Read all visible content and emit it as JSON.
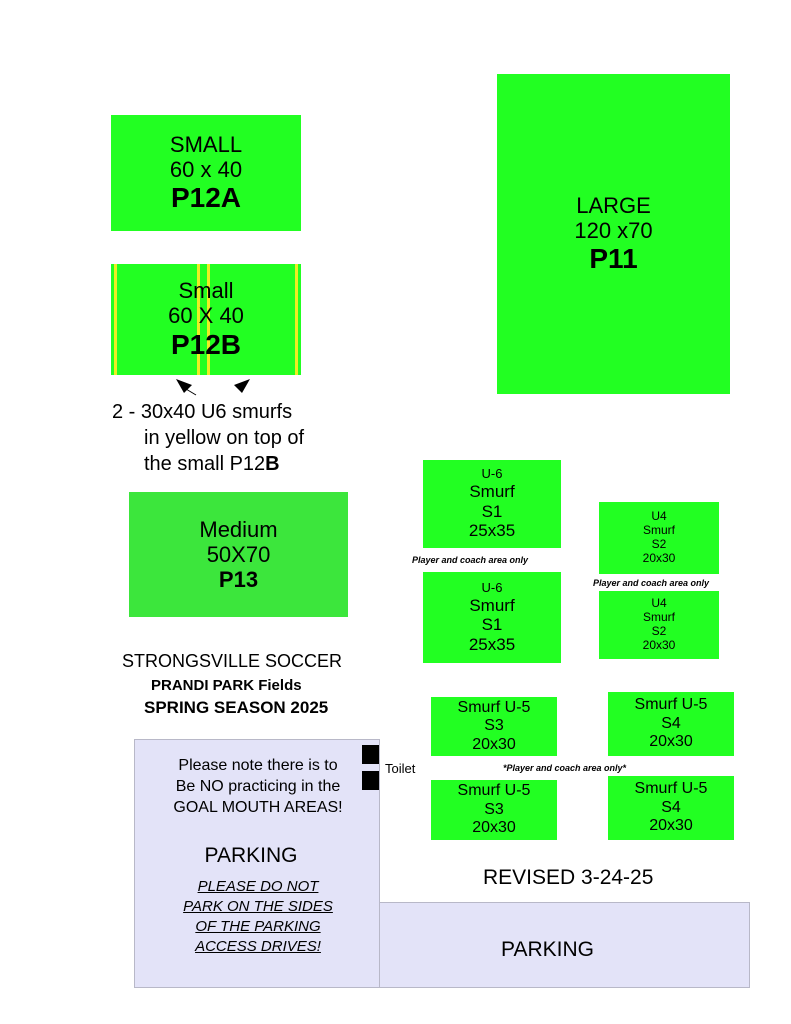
{
  "colors": {
    "field": "#22ff22",
    "medium_field": "#3ce63c",
    "smurf_lines": "#eeee22",
    "parking": "#e3e3f8"
  },
  "fields": {
    "p12a": {
      "size_label": "SMALL",
      "dims": "60 x 40",
      "id": "P12A"
    },
    "p12b": {
      "size_label": "Small",
      "dims": "60 X 40",
      "id": "P12B"
    },
    "p11": {
      "size_label": "LARGE",
      "dims": "120 x70",
      "id": "P11"
    },
    "p13": {
      "size_label": "Medium",
      "dims": "50X70",
      "id": "P13"
    },
    "s1_top": {
      "age": "U-6",
      "name": "Smurf",
      "id": "S1",
      "dims": "25x35"
    },
    "s1_bottom": {
      "age": "U-6",
      "name": "Smurf",
      "id": "S1",
      "dims": "25x35"
    },
    "s2_top": {
      "age": "U4",
      "name": "Smurf",
      "id": "S2",
      "dims": "20x30"
    },
    "s2_bottom": {
      "age": "U4",
      "name": "Smurf",
      "id": "S2",
      "dims": "20x30"
    },
    "s3_top": {
      "name": "Smurf U-5",
      "id": "S3",
      "dims": "20x30"
    },
    "s3_bottom": {
      "name": "Smurf U-5",
      "id": "S3",
      "dims": "20x30"
    },
    "s4_top": {
      "name": "Smurf U-5",
      "id": "S4",
      "dims": "20x30"
    },
    "s4_bottom": {
      "name": "Smurf U-5",
      "id": "S4",
      "dims": "20x30"
    }
  },
  "notes": {
    "smurfs_line1": "2 - 30x40 U6 smurfs",
    "smurfs_line2": "in yellow on top of",
    "smurfs_line3_prefix": "the small P12",
    "smurfs_line3_bold": "B",
    "player_area_s1": "Player and coach area only",
    "player_area_s2": "Player and coach area only",
    "player_area_s3": "*Player and coach area only*",
    "toilet": "Toilet",
    "revised": "REVISED 3-24-25"
  },
  "title": {
    "line1": "STRONGSVILLE SOCCER",
    "line2": "PRANDI PARK Fields",
    "line3": "SPRING SEASON 2025"
  },
  "parking_left": {
    "notice_line1": "Please note there is to",
    "notice_line2": "Be NO practicing in the",
    "notice_line3": "GOAL MOUTH AREAS!",
    "label": "PARKING",
    "warn_line1": "PLEASE DO NOT",
    "warn_line2": "PARK ON THE SIDES",
    "warn_line3": "OF THE PARKING",
    "warn_line4": "ACCESS DRIVES!"
  },
  "parking_right": {
    "label": "PARKING"
  }
}
